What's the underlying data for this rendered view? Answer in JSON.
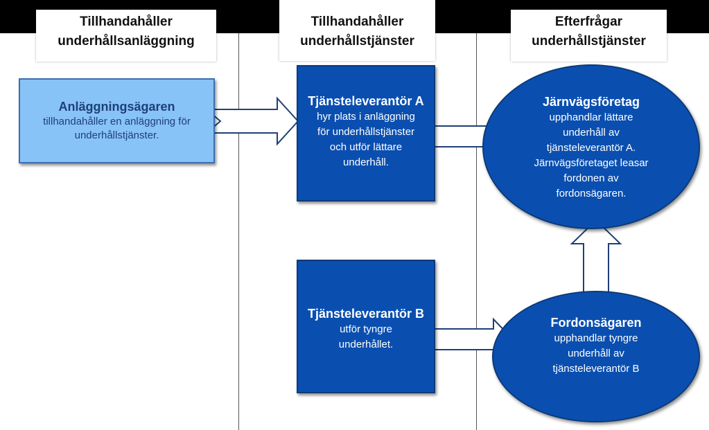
{
  "lanes": [
    {
      "header": [
        "Tillhandahåller",
        "underhållsanläggning"
      ]
    },
    {
      "header": [
        "Tillhandahåller",
        "underhållstjänster"
      ]
    },
    {
      "header": [
        "Efterfrågar",
        "underhållstjänster"
      ]
    }
  ],
  "nodes": {
    "facility_owner": {
      "title": "Anläggningsägaren",
      "lines": [
        "tillhandahåller en anläggning för",
        "underhållstjänster."
      ]
    },
    "provider_a": {
      "title": "Tjänsteleverantör A",
      "lines": [
        "hyr  plats i anläggning",
        "för underhållstjänster",
        "och utför lättare",
        "underhåll."
      ]
    },
    "provider_b": {
      "title": "Tjänsteleverantör B",
      "lines": [
        "utför  tyngre",
        "underhållet."
      ]
    },
    "railway_company": {
      "title": "Järnvägsföretag",
      "lines": [
        "upphandlar lättare",
        "underhåll av",
        "tjänsteleverantör A.",
        "Järnvägsföretaget leasar",
        "fordonen av",
        "fordonsägaren."
      ]
    },
    "vehicle_owner": {
      "title": "Fordonsägaren",
      "lines": [
        "upphandlar tyngre",
        "underhåll av",
        "tjänsteleverantör B"
      ]
    }
  },
  "colors": {
    "light_box": "#88c3f7",
    "dark_box": "#0a4fb0",
    "background": "#000000",
    "lane": "#ffffff"
  }
}
